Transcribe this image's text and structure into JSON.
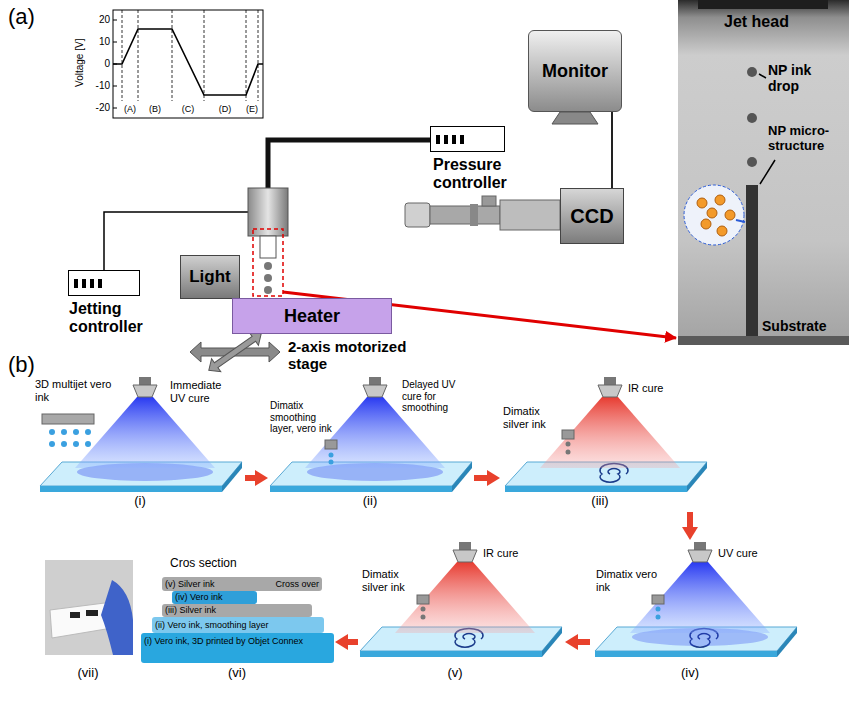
{
  "diagram": {
    "nodes": [
      {
        "text": [
          "Monitor"
        ]
      },
      {
        "text": [
          "Pressure controller"
        ]
      },
      {
        "text": [
          "CCD"
        ]
      },
      {
        "text": [
          "Light"
        ]
      },
      {
        "text": [
          "Jetting controller"
        ]
      },
      {
        "text": [
          "Heater"
        ]
      },
      {
        "text": [
          "Jet head",
          "NP ink drop",
          "NP micro-structure",
          "Substrate"
        ]
      },
      {
        "text": [
          "Immediate UV cure",
          "3D multijet vero ink",
          "(i)"
        ]
      },
      {
        "text": [
          "Delayed UV cure for smoothing",
          "Dimatix smoothing layer, vero ink",
          "(ii)"
        ]
      },
      {
        "text": [
          "IR cure",
          "Dimatix silver ink",
          "(iii)"
        ]
      },
      {
        "text": [
          "Cros section",
          "(vi)"
        ]
      },
      {
        "text": [
          "(v) Silver ink",
          "Cross over"
        ],
        "in": 10
      },
      {
        "text": [
          "(iv) Vero ink"
        ],
        "in": 10
      },
      {
        "text": [
          "(iii) Silver ink"
        ],
        "in": 10
      },
      {
        "text": [
          "(ii) Vero ink, smoothing layer"
        ],
        "in": 10
      },
      {
        "text": [
          "(i) Vero ink, 3D printed by Objet Connex"
        ],
        "in": 10
      },
      {
        "text": [
          "IR cure",
          "Dimatix silver ink",
          "(v)"
        ]
      },
      {
        "text": [
          "UV cure",
          "Dimatix vero ink",
          "(iv)"
        ]
      }
    ],
    "edges": [
      {
        "from": 0,
        "to": 2,
        "arrow": "none"
      },
      {
        "from": 7,
        "to": 8,
        "arrow": "to"
      },
      {
        "from": 8,
        "to": 9,
        "arrow": "to"
      },
      {
        "from": 9,
        "to": 17,
        "arrow": "to"
      },
      {
        "from": 17,
        "to": 16,
        "arrow": "to"
      },
      {
        "from": 16,
        "to": 10,
        "arrow": "to"
      }
    ],
    "labels": [
      "(a)",
      "20",
      "10",
      "0",
      "-10",
      "-20",
      "Voltage [V]",
      "(A)",
      "(B)",
      "(C)",
      "(D)",
      "(E)",
      "2-axis motorized stage",
      "(b)",
      "(vii)"
    ]
  }
}
